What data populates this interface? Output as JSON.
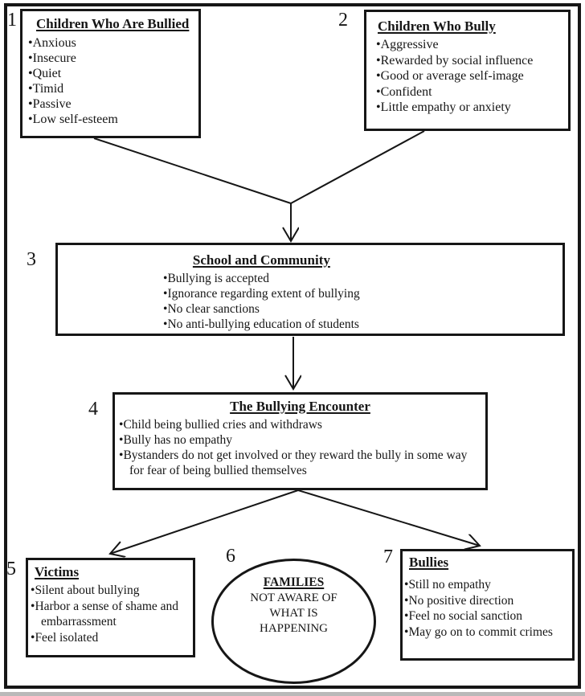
{
  "diagram": {
    "ink_color": "#161616",
    "background_color": "#ffffff",
    "nodes": [
      {
        "number": "1",
        "title": "Children Who Are Bullied",
        "items": [
          "Anxious",
          "Insecure",
          "Quiet",
          "Timid",
          "Passive",
          "Low self-esteem"
        ]
      },
      {
        "number": "2",
        "title": "Children Who Bully",
        "items": [
          "Aggressive",
          "Rewarded by social influence",
          "Good or average self-image",
          "Confident",
          "Little empathy or anxiety"
        ]
      },
      {
        "number": "3",
        "title": "School and Community",
        "items": [
          "Bullying is accepted",
          "Ignorance regarding extent of bullying",
          "No clear sanctions",
          "No anti-bullying education of students"
        ]
      },
      {
        "number": "4",
        "title": "The Bullying Encounter",
        "items": [
          "Child being bullied cries and withdraws",
          "Bully has no empathy",
          "Bystanders do not get involved or they reward the bully in some way for fear of being bullied themselves"
        ]
      },
      {
        "number": "5",
        "title": "Victims",
        "items": [
          "Silent about bullying",
          "Harbor a sense of shame and embarrassment",
          "Feel isolated"
        ]
      },
      {
        "number": "6",
        "title": "FAMILIES",
        "lines": [
          "NOT AWARE OF",
          "WHAT IS",
          "HAPPENING"
        ]
      },
      {
        "number": "7",
        "title": "Bullies",
        "items": [
          "Still no empathy",
          "No positive direction",
          "Feel no social sanction",
          "May go on to commit crimes"
        ]
      }
    ],
    "edges": [
      {
        "from": "1",
        "to": "3"
      },
      {
        "from": "2",
        "to": "3"
      },
      {
        "from": "3",
        "to": "4"
      },
      {
        "from": "4",
        "to": "5"
      },
      {
        "from": "4",
        "to": "7"
      }
    ]
  }
}
